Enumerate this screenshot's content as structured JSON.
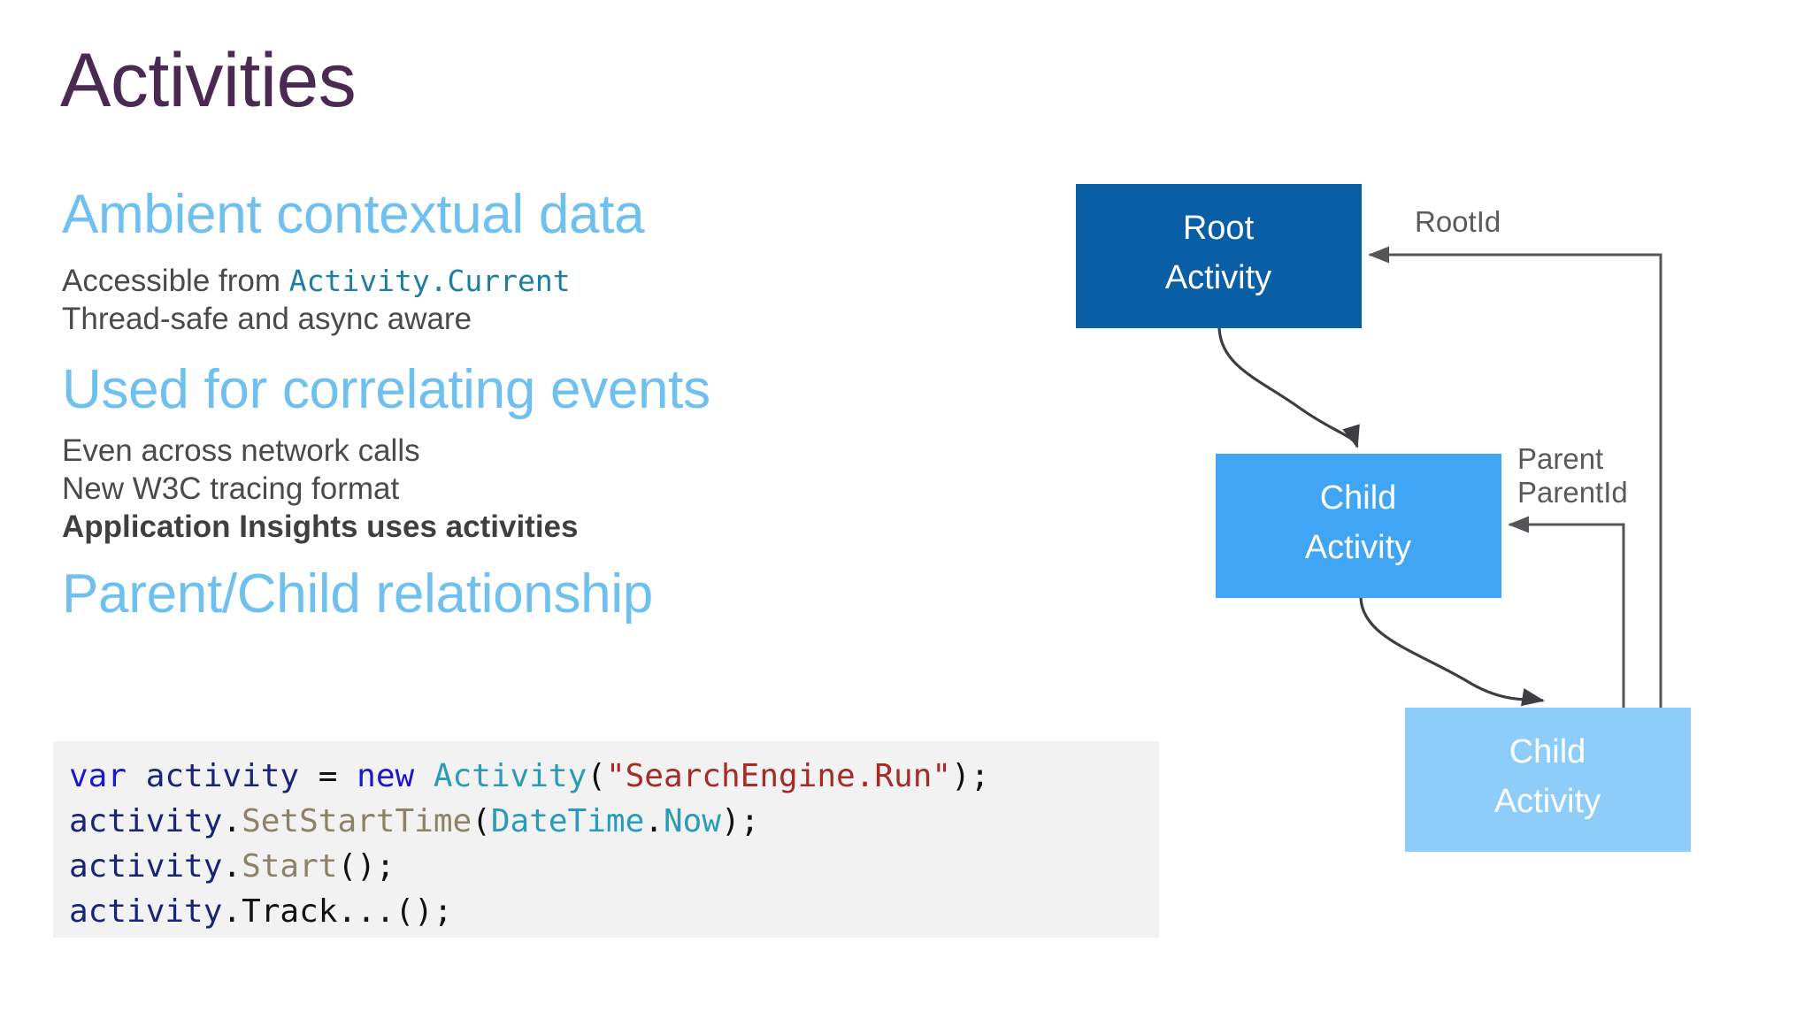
{
  "slide": {
    "title": "Activities"
  },
  "content": {
    "sections": [
      {
        "heading": "Ambient contextual data",
        "bullets": [
          {
            "prefix": "Accessible from ",
            "code": "Activity.Current",
            "bold": false
          },
          {
            "prefix": "Thread-safe and async aware",
            "code": "",
            "bold": false
          }
        ]
      },
      {
        "heading": "Used for correlating events",
        "bullets": [
          {
            "prefix": "Even across network calls",
            "code": "",
            "bold": false
          },
          {
            "prefix": "New W3C tracing format",
            "code": "",
            "bold": false
          },
          {
            "prefix": "Application Insights uses activities",
            "code": "",
            "bold": true
          }
        ]
      },
      {
        "heading": "Parent/Child relationship",
        "bullets": []
      }
    ]
  },
  "code_block": {
    "language": "csharp",
    "background": "#F2F2F2",
    "lines": [
      [
        {
          "t": "var",
          "c": "kw"
        },
        {
          "t": " activity ",
          "c": "ident"
        },
        {
          "t": "= ",
          "c": "punc"
        },
        {
          "t": "new",
          "c": "kw"
        },
        {
          "t": " ",
          "c": "punc"
        },
        {
          "t": "Activity",
          "c": "type"
        },
        {
          "t": "(",
          "c": "punc"
        },
        {
          "t": "\"SearchEngine.Run\"",
          "c": "string"
        },
        {
          "t": ");",
          "c": "punc"
        }
      ],
      [
        {
          "t": "activity",
          "c": "ident"
        },
        {
          "t": ".",
          "c": "punc"
        },
        {
          "t": "SetStartTime",
          "c": "method"
        },
        {
          "t": "(",
          "c": "punc"
        },
        {
          "t": "DateTime",
          "c": "type"
        },
        {
          "t": ".",
          "c": "punc"
        },
        {
          "t": "Now",
          "c": "type"
        },
        {
          "t": ");",
          "c": "punc"
        }
      ],
      [
        {
          "t": "activity",
          "c": "ident"
        },
        {
          "t": ".",
          "c": "punc"
        },
        {
          "t": "Start",
          "c": "method"
        },
        {
          "t": "();",
          "c": "punc"
        }
      ],
      [
        {
          "t": "activity",
          "c": "ident"
        },
        {
          "t": ".",
          "c": "punc"
        },
        {
          "t": "Track...();",
          "c": "punc"
        }
      ]
    ]
  },
  "diagram": {
    "type": "flow",
    "nodes": [
      {
        "id": "root",
        "line1": "Root",
        "line2": "Activity",
        "color": "#0A5EA6"
      },
      {
        "id": "child1",
        "line1": "Child",
        "line2": "Activity",
        "color": "#41A5F5"
      },
      {
        "id": "child2",
        "line1": "Child",
        "line2": "Activity",
        "color": "#8ECDFA"
      }
    ],
    "edges": [
      {
        "from": "root",
        "to": "child1",
        "label": ""
      },
      {
        "from": "child1",
        "to": "child2",
        "label": ""
      },
      {
        "from": "child2",
        "to": "root",
        "label": "RootId"
      },
      {
        "from": "child2",
        "to": "child1",
        "label": "Parent\nParentId"
      }
    ],
    "edge_labels": {
      "rootid": "RootId",
      "parent_line1": "Parent",
      "parent_line2": "ParentId"
    }
  },
  "colors": {
    "title": "#4A2A52",
    "heading": "#6FC0EE",
    "body": "#4A4A4A",
    "inline_code": "#1C7EA0",
    "code_bg": "#F2F2F2",
    "node_root": "#0A5EA6",
    "node_child1": "#41A5F5",
    "node_child2": "#8ECDFA",
    "connector": "#3E3E42"
  }
}
